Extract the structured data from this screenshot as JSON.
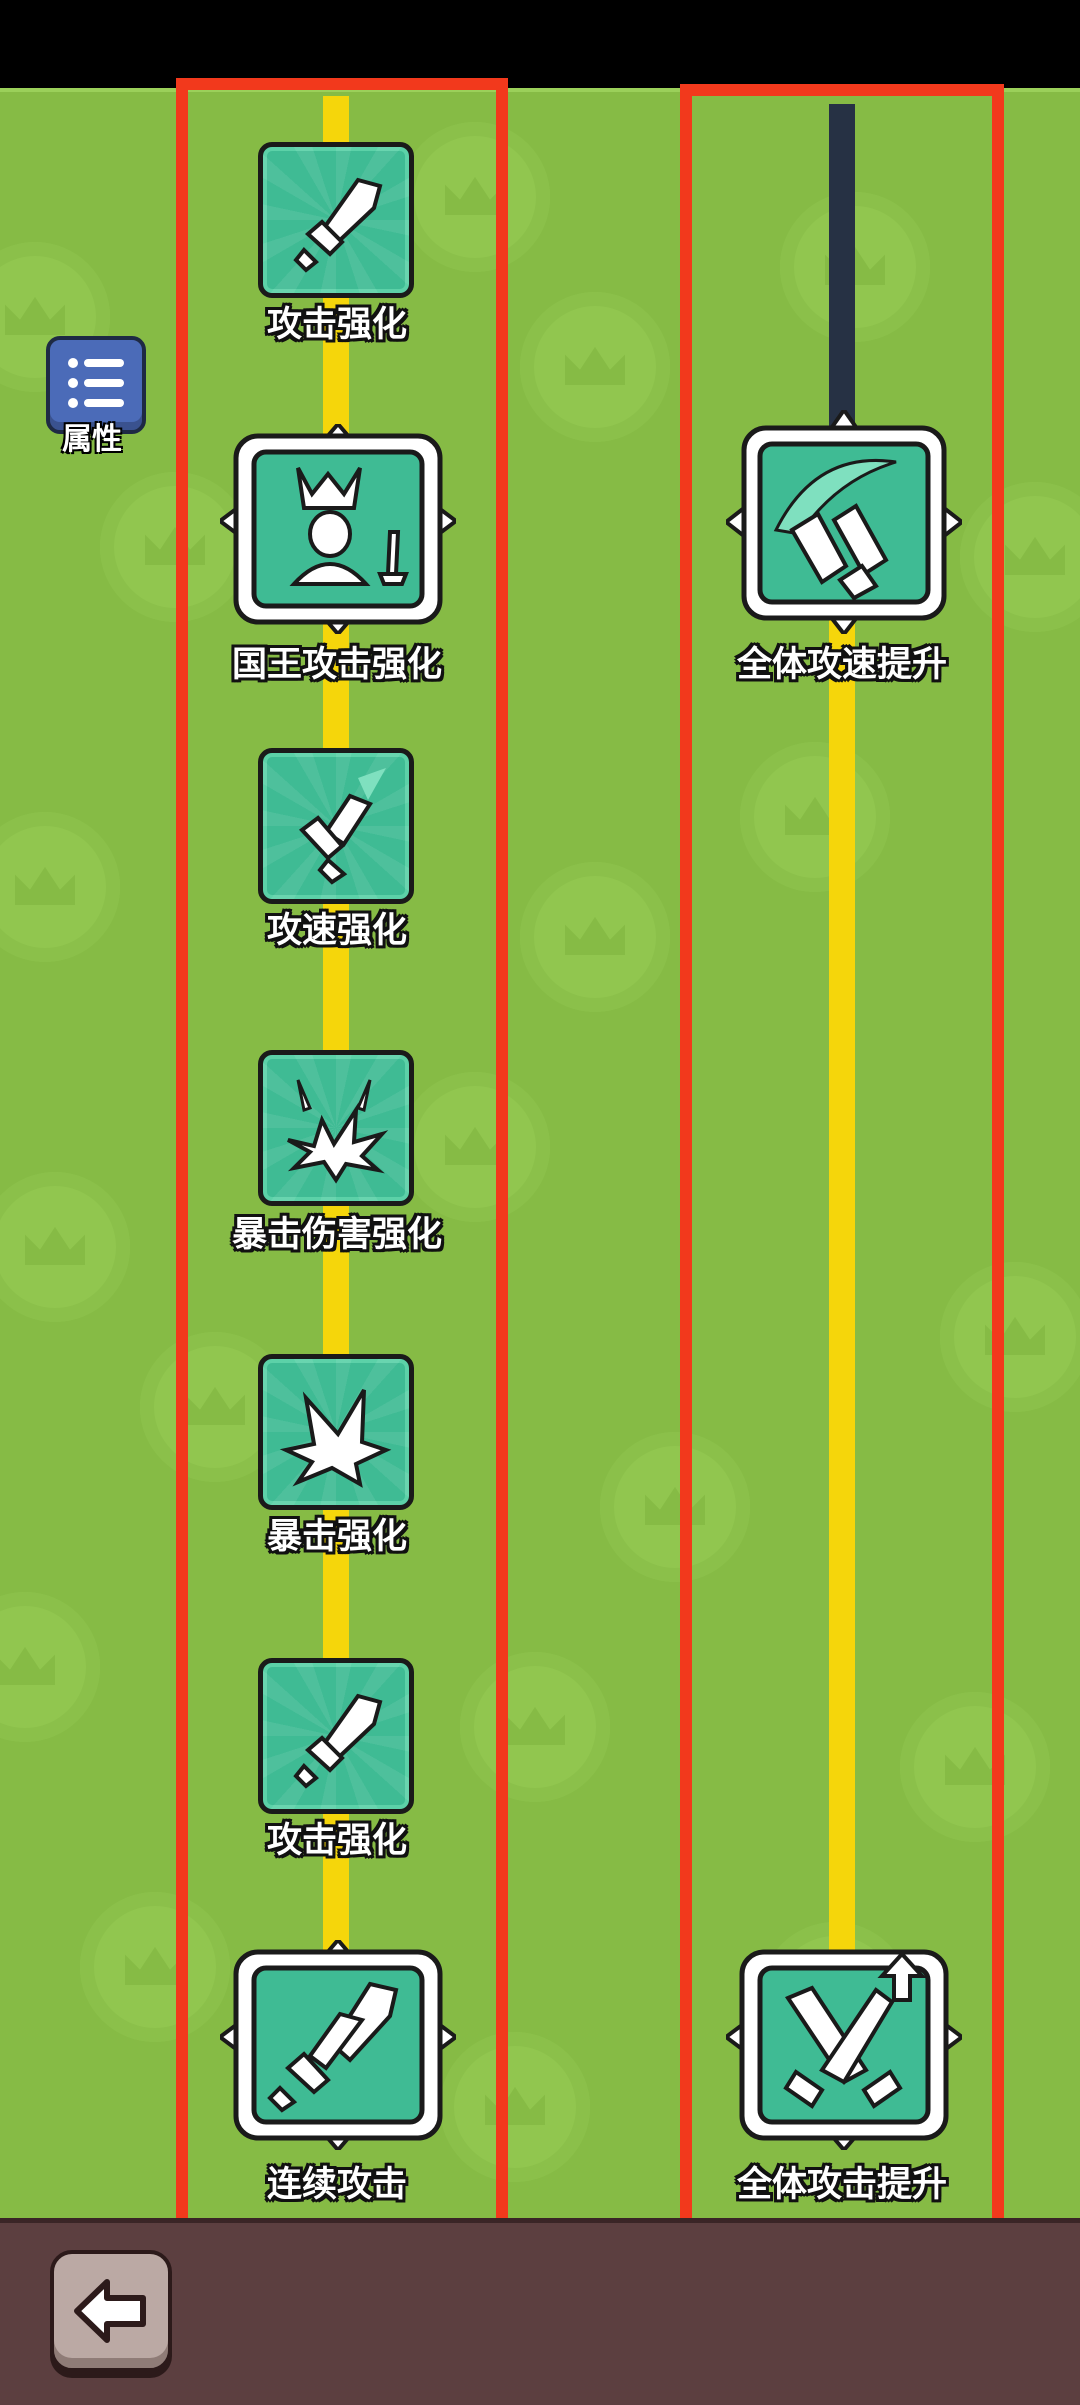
{
  "sidebar": {
    "attributes_label": "属性"
  },
  "left_column": {
    "nodes": [
      {
        "label": "攻击强化",
        "icon": "sword-icon"
      },
      {
        "label": "国王攻击强化",
        "icon": "king-sword-icon"
      },
      {
        "label": "攻速强化",
        "icon": "fast-sword-icon"
      },
      {
        "label": "暴击伤害强化",
        "icon": "crit-damage-icon"
      },
      {
        "label": "暴击强化",
        "icon": "crit-icon"
      },
      {
        "label": "攻击强化",
        "icon": "sword-icon"
      },
      {
        "label": "连续攻击",
        "icon": "double-sword-icon"
      }
    ]
  },
  "right_column": {
    "nodes": [
      {
        "label": "全体攻速提升",
        "icon": "all-attack-speed-icon"
      },
      {
        "label": "全体攻击提升",
        "icon": "all-attack-up-icon"
      }
    ]
  },
  "colors": {
    "background": "#86bb45",
    "tile": "#3fbb94",
    "connector_active": "#f5d60b",
    "connector_locked": "#263144",
    "highlight": "#f2391c",
    "bottom_bar": "#5c3f40"
  },
  "bottom_bar": {
    "back_icon": "back-arrow-icon"
  }
}
